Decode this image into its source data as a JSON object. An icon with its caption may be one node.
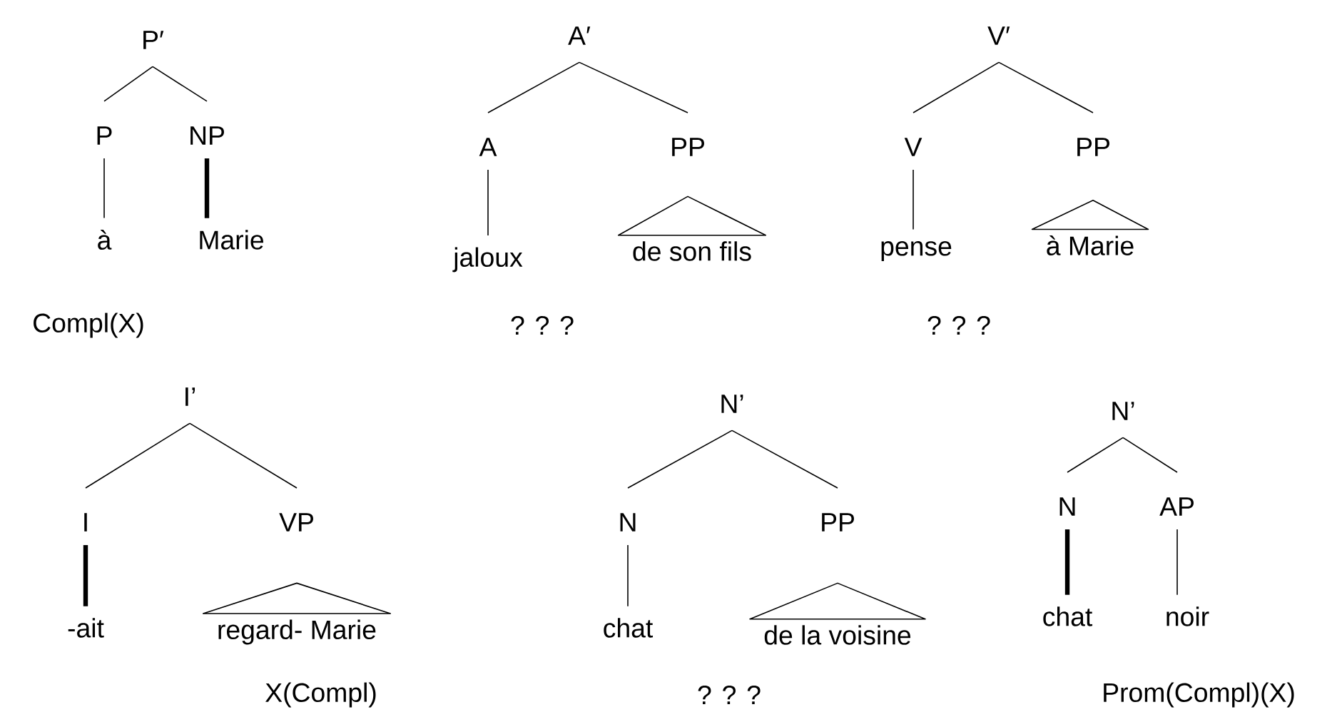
{
  "diagram": {
    "nodes": [
      {
        "text": [
          "P′"
        ]
      },
      {
        "text": [
          "P"
        ]
      },
      {
        "text": [
          "NP"
        ]
      },
      {
        "text": [
          "à"
        ]
      },
      {
        "text": [
          "Marie"
        ]
      },
      {
        "text": [
          "A′"
        ]
      },
      {
        "text": [
          "A"
        ]
      },
      {
        "text": [
          "PP"
        ]
      },
      {
        "text": [
          "jaloux"
        ]
      },
      {
        "text": [
          "de son fils"
        ]
      },
      {
        "text": [
          "V′"
        ]
      },
      {
        "text": [
          "V"
        ]
      },
      {
        "text": [
          "PP"
        ]
      },
      {
        "text": [
          "pense"
        ]
      },
      {
        "text": [
          "à Marie"
        ]
      },
      {
        "text": [
          "I’"
        ]
      },
      {
        "text": [
          "I"
        ]
      },
      {
        "text": [
          "VP"
        ]
      },
      {
        "text": [
          "-ait"
        ]
      },
      {
        "text": [
          "regard- Marie"
        ]
      },
      {
        "text": [
          "N’"
        ]
      },
      {
        "text": [
          "N"
        ]
      },
      {
        "text": [
          "PP"
        ]
      },
      {
        "text": [
          "chat"
        ]
      },
      {
        "text": [
          "de la voisine"
        ]
      },
      {
        "text": [
          "N’"
        ]
      },
      {
        "text": [
          "N"
        ]
      },
      {
        "text": [
          "AP"
        ]
      },
      {
        "text": [
          "chat"
        ]
      },
      {
        "text": [
          "noir"
        ]
      }
    ],
    "edges": [
      {
        "from": 0,
        "to": 1,
        "arrow": "none"
      },
      {
        "from": 0,
        "to": 2,
        "arrow": "none"
      },
      {
        "from": 1,
        "to": 3,
        "arrow": "none"
      },
      {
        "from": 2,
        "to": 4,
        "arrow": "none",
        "style": "thick"
      },
      {
        "from": 5,
        "to": 6,
        "arrow": "none"
      },
      {
        "from": 5,
        "to": 7,
        "arrow": "none"
      },
      {
        "from": 6,
        "to": 8,
        "arrow": "none"
      },
      {
        "from": 7,
        "to": 9,
        "arrow": "none"
      },
      {
        "from": 10,
        "to": 11,
        "arrow": "none"
      },
      {
        "from": 10,
        "to": 12,
        "arrow": "none"
      },
      {
        "from": 11,
        "to": 13,
        "arrow": "none"
      },
      {
        "from": 12,
        "to": 14,
        "arrow": "none"
      },
      {
        "from": 15,
        "to": 16,
        "arrow": "none"
      },
      {
        "from": 15,
        "to": 17,
        "arrow": "none"
      },
      {
        "from": 16,
        "to": 18,
        "arrow": "none",
        "style": "thick"
      },
      {
        "from": 17,
        "to": 19,
        "arrow": "none"
      },
      {
        "from": 20,
        "to": 21,
        "arrow": "none"
      },
      {
        "from": 20,
        "to": 22,
        "arrow": "none"
      },
      {
        "from": 21,
        "to": 23,
        "arrow": "none"
      },
      {
        "from": 22,
        "to": 24,
        "arrow": "none"
      },
      {
        "from": 25,
        "to": 26,
        "arrow": "none"
      },
      {
        "from": 25,
        "to": 27,
        "arrow": "none"
      },
      {
        "from": 26,
        "to": 28,
        "arrow": "none",
        "style": "thick"
      },
      {
        "from": 27,
        "to": 29,
        "arrow": "none"
      }
    ],
    "labels": [
      "Compl(X)",
      "? ? ?",
      "? ? ?",
      "X(Compl)",
      "? ? ?",
      "Prom(Compl)(X)"
    ]
  }
}
